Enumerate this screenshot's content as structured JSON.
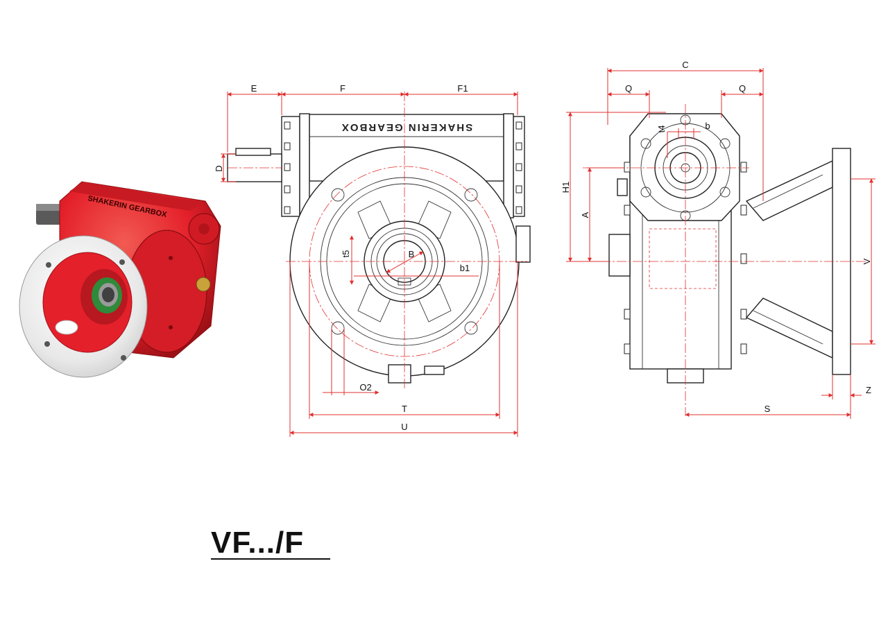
{
  "brand_text": "SHAKERIN GEARBOX",
  "model_title": "VF.../F",
  "colors": {
    "dimension": "#e0302f",
    "housing_red": "#e4202a",
    "outline": "#222222"
  },
  "front_view_labels": {
    "E": "E",
    "F": "F",
    "F1": "F1",
    "D": "D",
    "B": "B",
    "t5": "t5",
    "b1": "b1",
    "O2": "O2",
    "T": "T",
    "U": "U"
  },
  "side_view_labels": {
    "C": "C",
    "Q_left": "Q",
    "Q_right": "Q",
    "H1": "H1",
    "A": "A",
    "t4": "t4",
    "b": "b",
    "V": "V",
    "S": "S",
    "Z": "Z"
  }
}
